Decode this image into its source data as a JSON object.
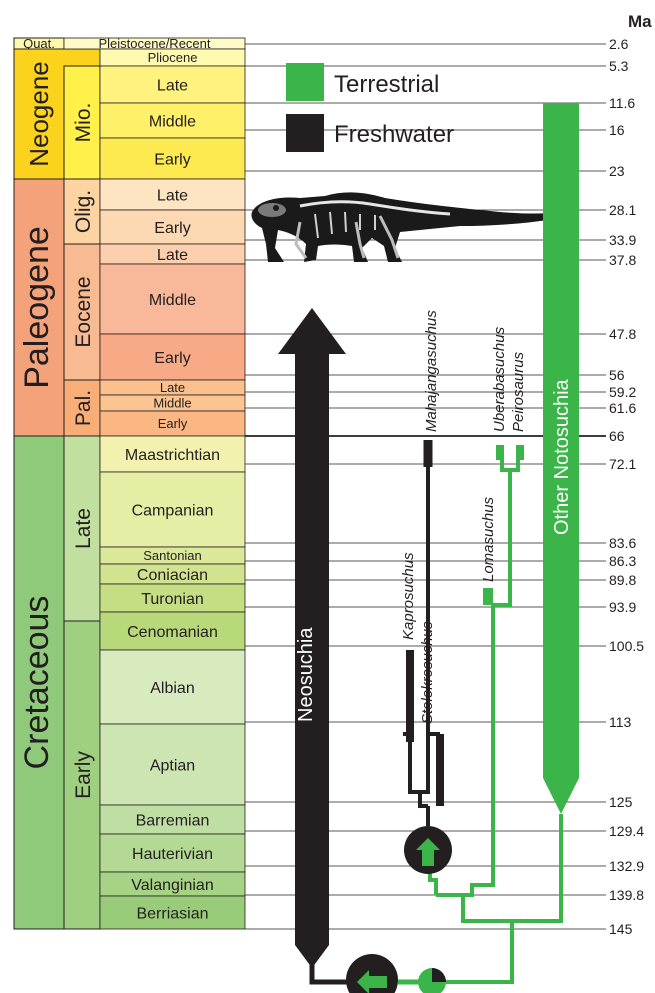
{
  "header": {
    "unit": "Ma"
  },
  "legend": [
    {
      "label": "Terrestrial",
      "color": "#3bb54a"
    },
    {
      "label": "Freshwater",
      "color": "#231f20"
    }
  ],
  "colors": {
    "terrestrial": "#3bb54a",
    "freshwater": "#231f20"
  },
  "timescale": {
    "periods": [
      {
        "label": "Quat.",
        "color": "#fff9b0"
      },
      {
        "label": "Neogene",
        "color": "#fcd31c"
      },
      {
        "label": "Paleogene",
        "color": "#f4a27a"
      },
      {
        "label": "Cretaceous",
        "color": "#8fc97a"
      }
    ],
    "epochs": [
      {
        "label": "Mio.",
        "color": "#fff04a"
      },
      {
        "label": "Olig.",
        "color": "#fcd4a2"
      },
      {
        "label": "Eocene",
        "color": "#f8ba91"
      },
      {
        "label": "Pal.",
        "color": "#faae77"
      },
      {
        "label": "Late",
        "color": "#c1e0a0"
      },
      {
        "label": "Early",
        "color": "#9fcf80"
      }
    ],
    "stages": [
      {
        "label": "Pleistocene/Recent",
        "color": "#fffbc8"
      },
      {
        "label": "Pliocene",
        "color": "#fffab0"
      },
      {
        "label": "Late",
        "color": "#fff27f"
      },
      {
        "label": "Middle",
        "color": "#fff06a"
      },
      {
        "label": "Early",
        "color": "#fde950"
      },
      {
        "label": "Late",
        "color": "#fde4c3"
      },
      {
        "label": "Early",
        "color": "#fcd9b2"
      },
      {
        "label": "Late",
        "color": "#fcd0ad"
      },
      {
        "label": "Middle",
        "color": "#fab89a"
      },
      {
        "label": "Early",
        "color": "#f7aa85"
      },
      {
        "label": "Late",
        "color": "#fcc08f"
      },
      {
        "label": "Middle",
        "color": "#fcc490"
      },
      {
        "label": "Early",
        "color": "#fab683"
      },
      {
        "label": "Maastrichtian",
        "color": "#f2f2ae"
      },
      {
        "label": "Campanian",
        "color": "#e6eda4"
      },
      {
        "label": "Santonian",
        "color": "#dbe89a"
      },
      {
        "label": "Coniacian",
        "color": "#d2e390"
      },
      {
        "label": "Turonian",
        "color": "#c5de84"
      },
      {
        "label": "Cenomanian",
        "color": "#b8d979"
      },
      {
        "label": "Albian",
        "color": "#d7ebbf"
      },
      {
        "label": "Aptian",
        "color": "#cde5b2"
      },
      {
        "label": "Barremian",
        "color": "#bfdea3"
      },
      {
        "label": "Hauterivian",
        "color": "#b3d995"
      },
      {
        "label": "Valanginian",
        "color": "#a6d385"
      },
      {
        "label": "Berriasian",
        "color": "#99cc79"
      }
    ],
    "ages_ma": [
      "2.6",
      "5.3",
      "11.6",
      "16",
      "23",
      "28.1",
      "33.9",
      "37.8",
      "47.8",
      "56",
      "59.2",
      "61.6",
      "66",
      "72.1",
      "83.6",
      "86.3",
      "89.8",
      "93.9",
      "100.5",
      "113",
      "125",
      "129.4",
      "132.9",
      "139.8",
      "145"
    ]
  },
  "clades": {
    "neosuchia": "Neosuchia",
    "other_notosuchia": "Other Notosuchia"
  },
  "taxa": {
    "mahajangasuchus": "Mahajangasuchus",
    "uberabasuchus": "Uberabasuchus",
    "peirosaurus": "Peirosaurus",
    "lomasuchus": "Lomasuchus",
    "kaprosuchus": "Kaprosuchus",
    "stolokrosuchus": "Stolokrosuchus"
  }
}
